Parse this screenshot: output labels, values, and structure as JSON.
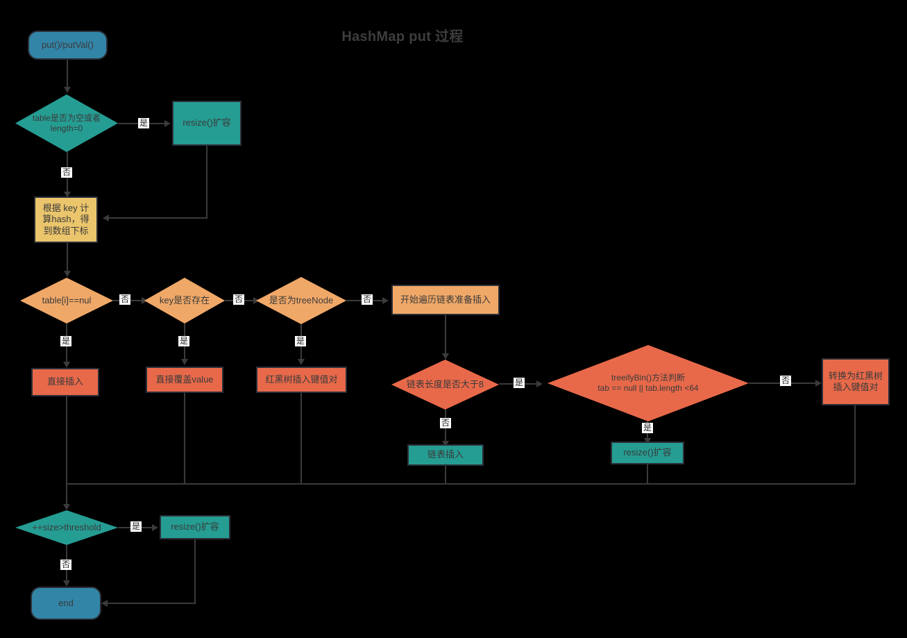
{
  "title": "HashMap put 过程",
  "colors": {
    "blue": "#3385a8",
    "teal": "#259d93",
    "yellow": "#ebc56c",
    "orange": "#f0a868",
    "salmon": "#e8694a",
    "stroke": "#2b2f38",
    "line": "#3a3a3a",
    "text": "#3a3a3a",
    "background": "#000000"
  },
  "nodes": {
    "start": "put()/putVal()",
    "d_table_empty": "table是否为空或者\nlength=0",
    "resize_top": "resize()扩容",
    "calc_hash": "根据 key 计\n算hash，得\n到数组下标",
    "d_table_i_null": "table[i]==nul",
    "d_key_exists": "key是否存在",
    "d_is_treenode": "是否为treeNode",
    "traverse_list": "开始遍历链表准备插入",
    "direct_insert": "直接插入",
    "overwrite_value": "直接覆盖value",
    "rbtree_insert": "红黑树插入键值对",
    "d_list_len_gt8": "链表长度是否大于8",
    "d_treeify": "treeifyBin()方法判断\ntab == null || tab.length <64",
    "convert_rbtree": "转换为红黑树\n插入键值对",
    "list_insert": "链表插入",
    "resize_treeify": "resize()扩容",
    "d_size_threshold": "++size>threshold",
    "resize_bottom": "resize()扩容",
    "end": "end"
  },
  "edge_labels": {
    "yes": "是",
    "no": "否",
    "table_empty_yes": "是",
    "table_empty_no": "否",
    "table_i_null_yes": "是",
    "table_i_null_no": "否",
    "key_exists_yes": "是",
    "key_exists_no": "否",
    "is_treenode_yes": "是",
    "is_treenode_no": "否",
    "list_len_yes": "是",
    "list_len_no": "否",
    "treeify_yes": "是",
    "treeify_no": "否",
    "size_threshold_yes": "是",
    "size_threshold_no": "否"
  }
}
